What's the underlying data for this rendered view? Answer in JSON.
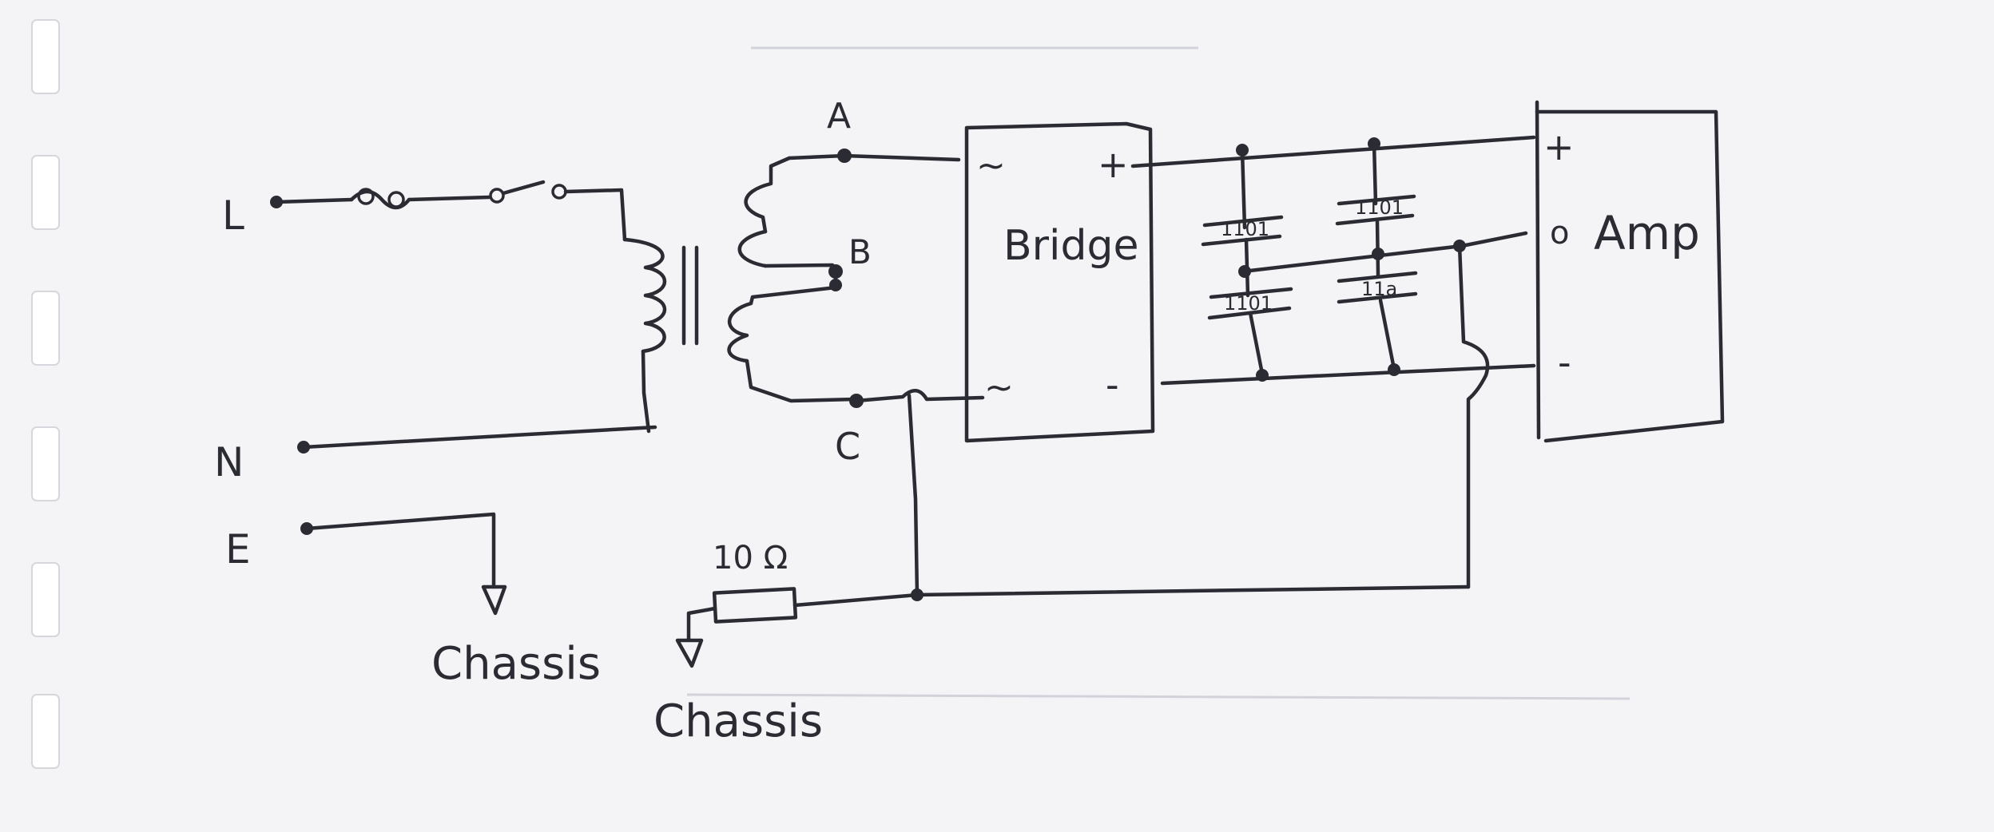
{
  "terminals": {
    "live": "L",
    "neutral": "N",
    "earth": "E"
  },
  "transformer_taps": {
    "a": "A",
    "b": "B",
    "c": "C"
  },
  "bridge": {
    "label": "Bridge",
    "ac_top": "~",
    "ac_bottom": "~",
    "dc_plus": "+",
    "dc_minus": "-"
  },
  "capacitors": [
    "1101",
    "1101",
    "1101",
    "11a"
  ],
  "amp": {
    "label": "Amp",
    "plus": "+",
    "zero": "o",
    "minus": "-"
  },
  "resistor_label": "10 Ω",
  "chassis_labels": [
    "Chassis",
    "Chassis"
  ],
  "colors": {
    "ink": "#2b2b33",
    "paper": "#f4f4f6"
  }
}
